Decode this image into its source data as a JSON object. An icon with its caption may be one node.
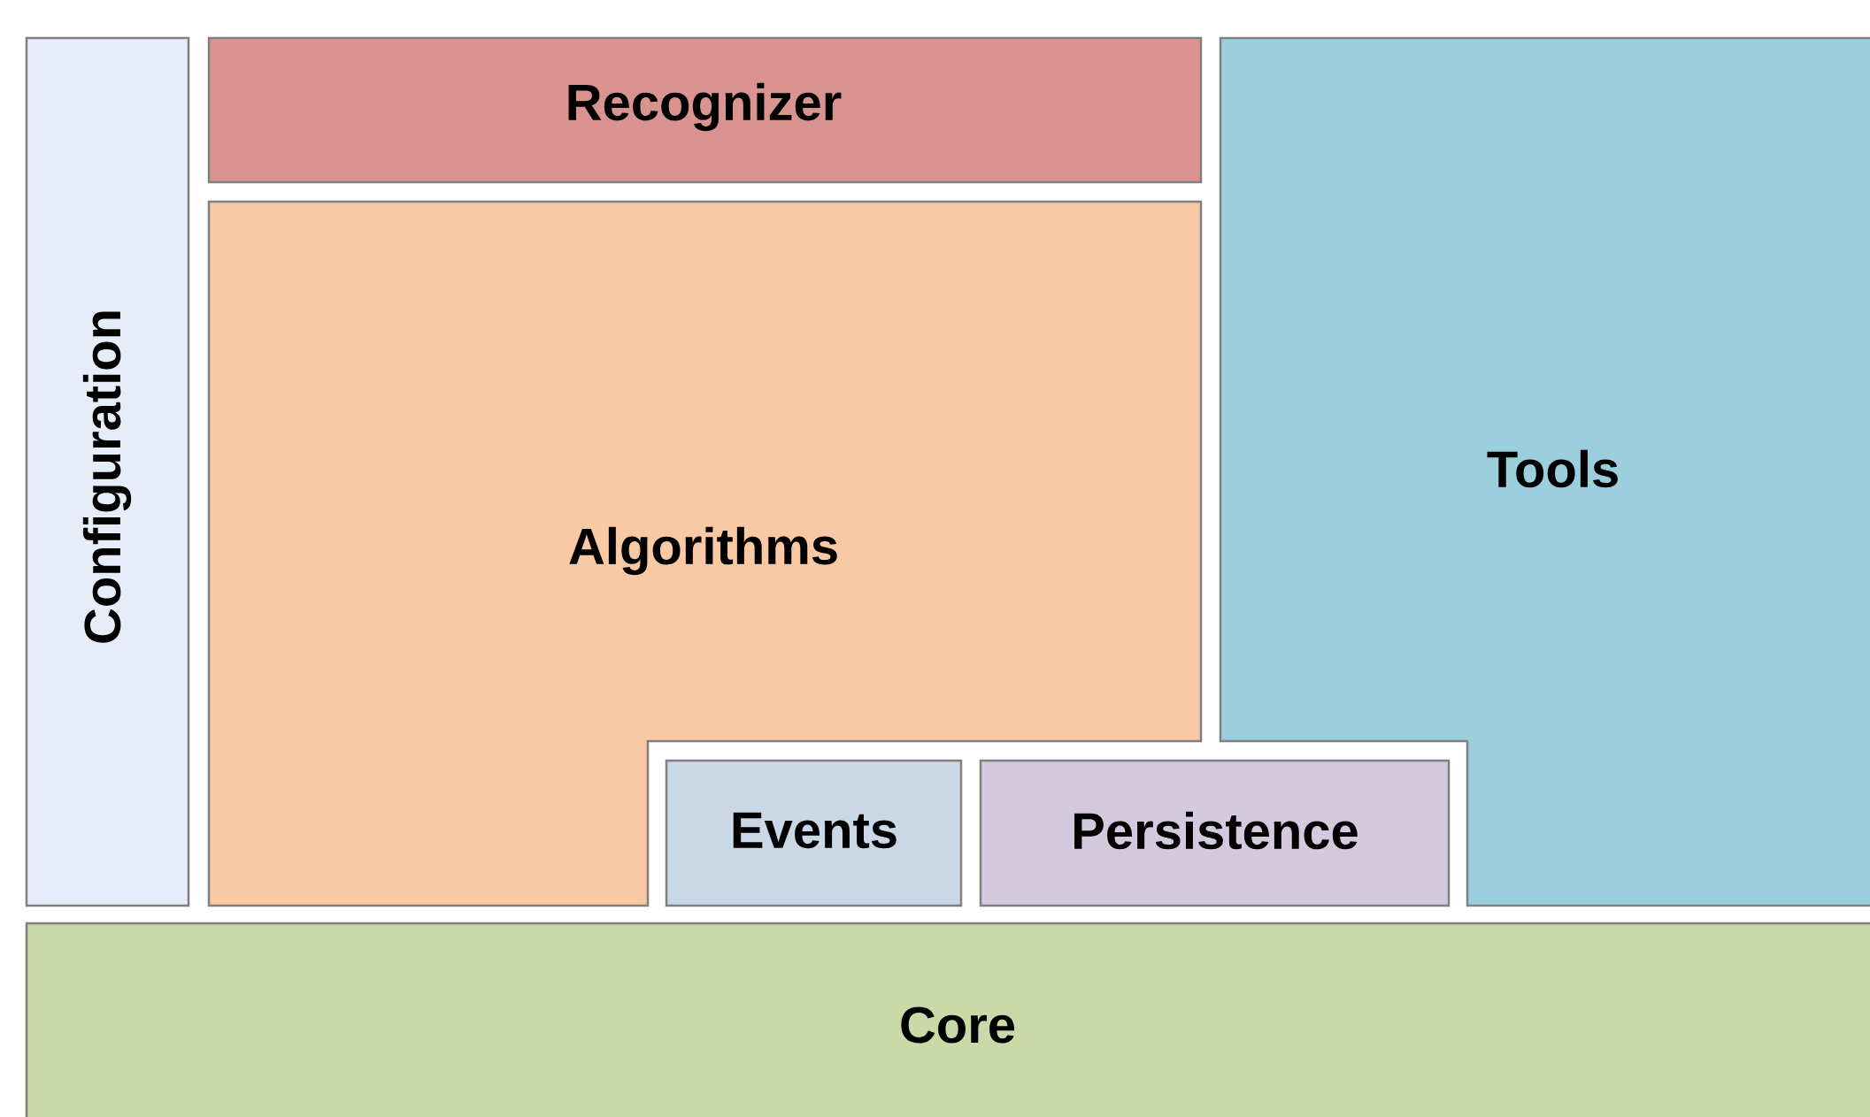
{
  "diagram": {
    "nodes": [
      {
        "text": [
          "Configuration"
        ]
      },
      {
        "text": [
          "Recognizer"
        ]
      },
      {
        "text": [
          "Algorithms"
        ]
      },
      {
        "text": [
          "Tools"
        ]
      },
      {
        "text": [
          "Events"
        ]
      },
      {
        "text": [
          "Persistence"
        ]
      },
      {
        "text": [
          "Core"
        ]
      }
    ]
  }
}
